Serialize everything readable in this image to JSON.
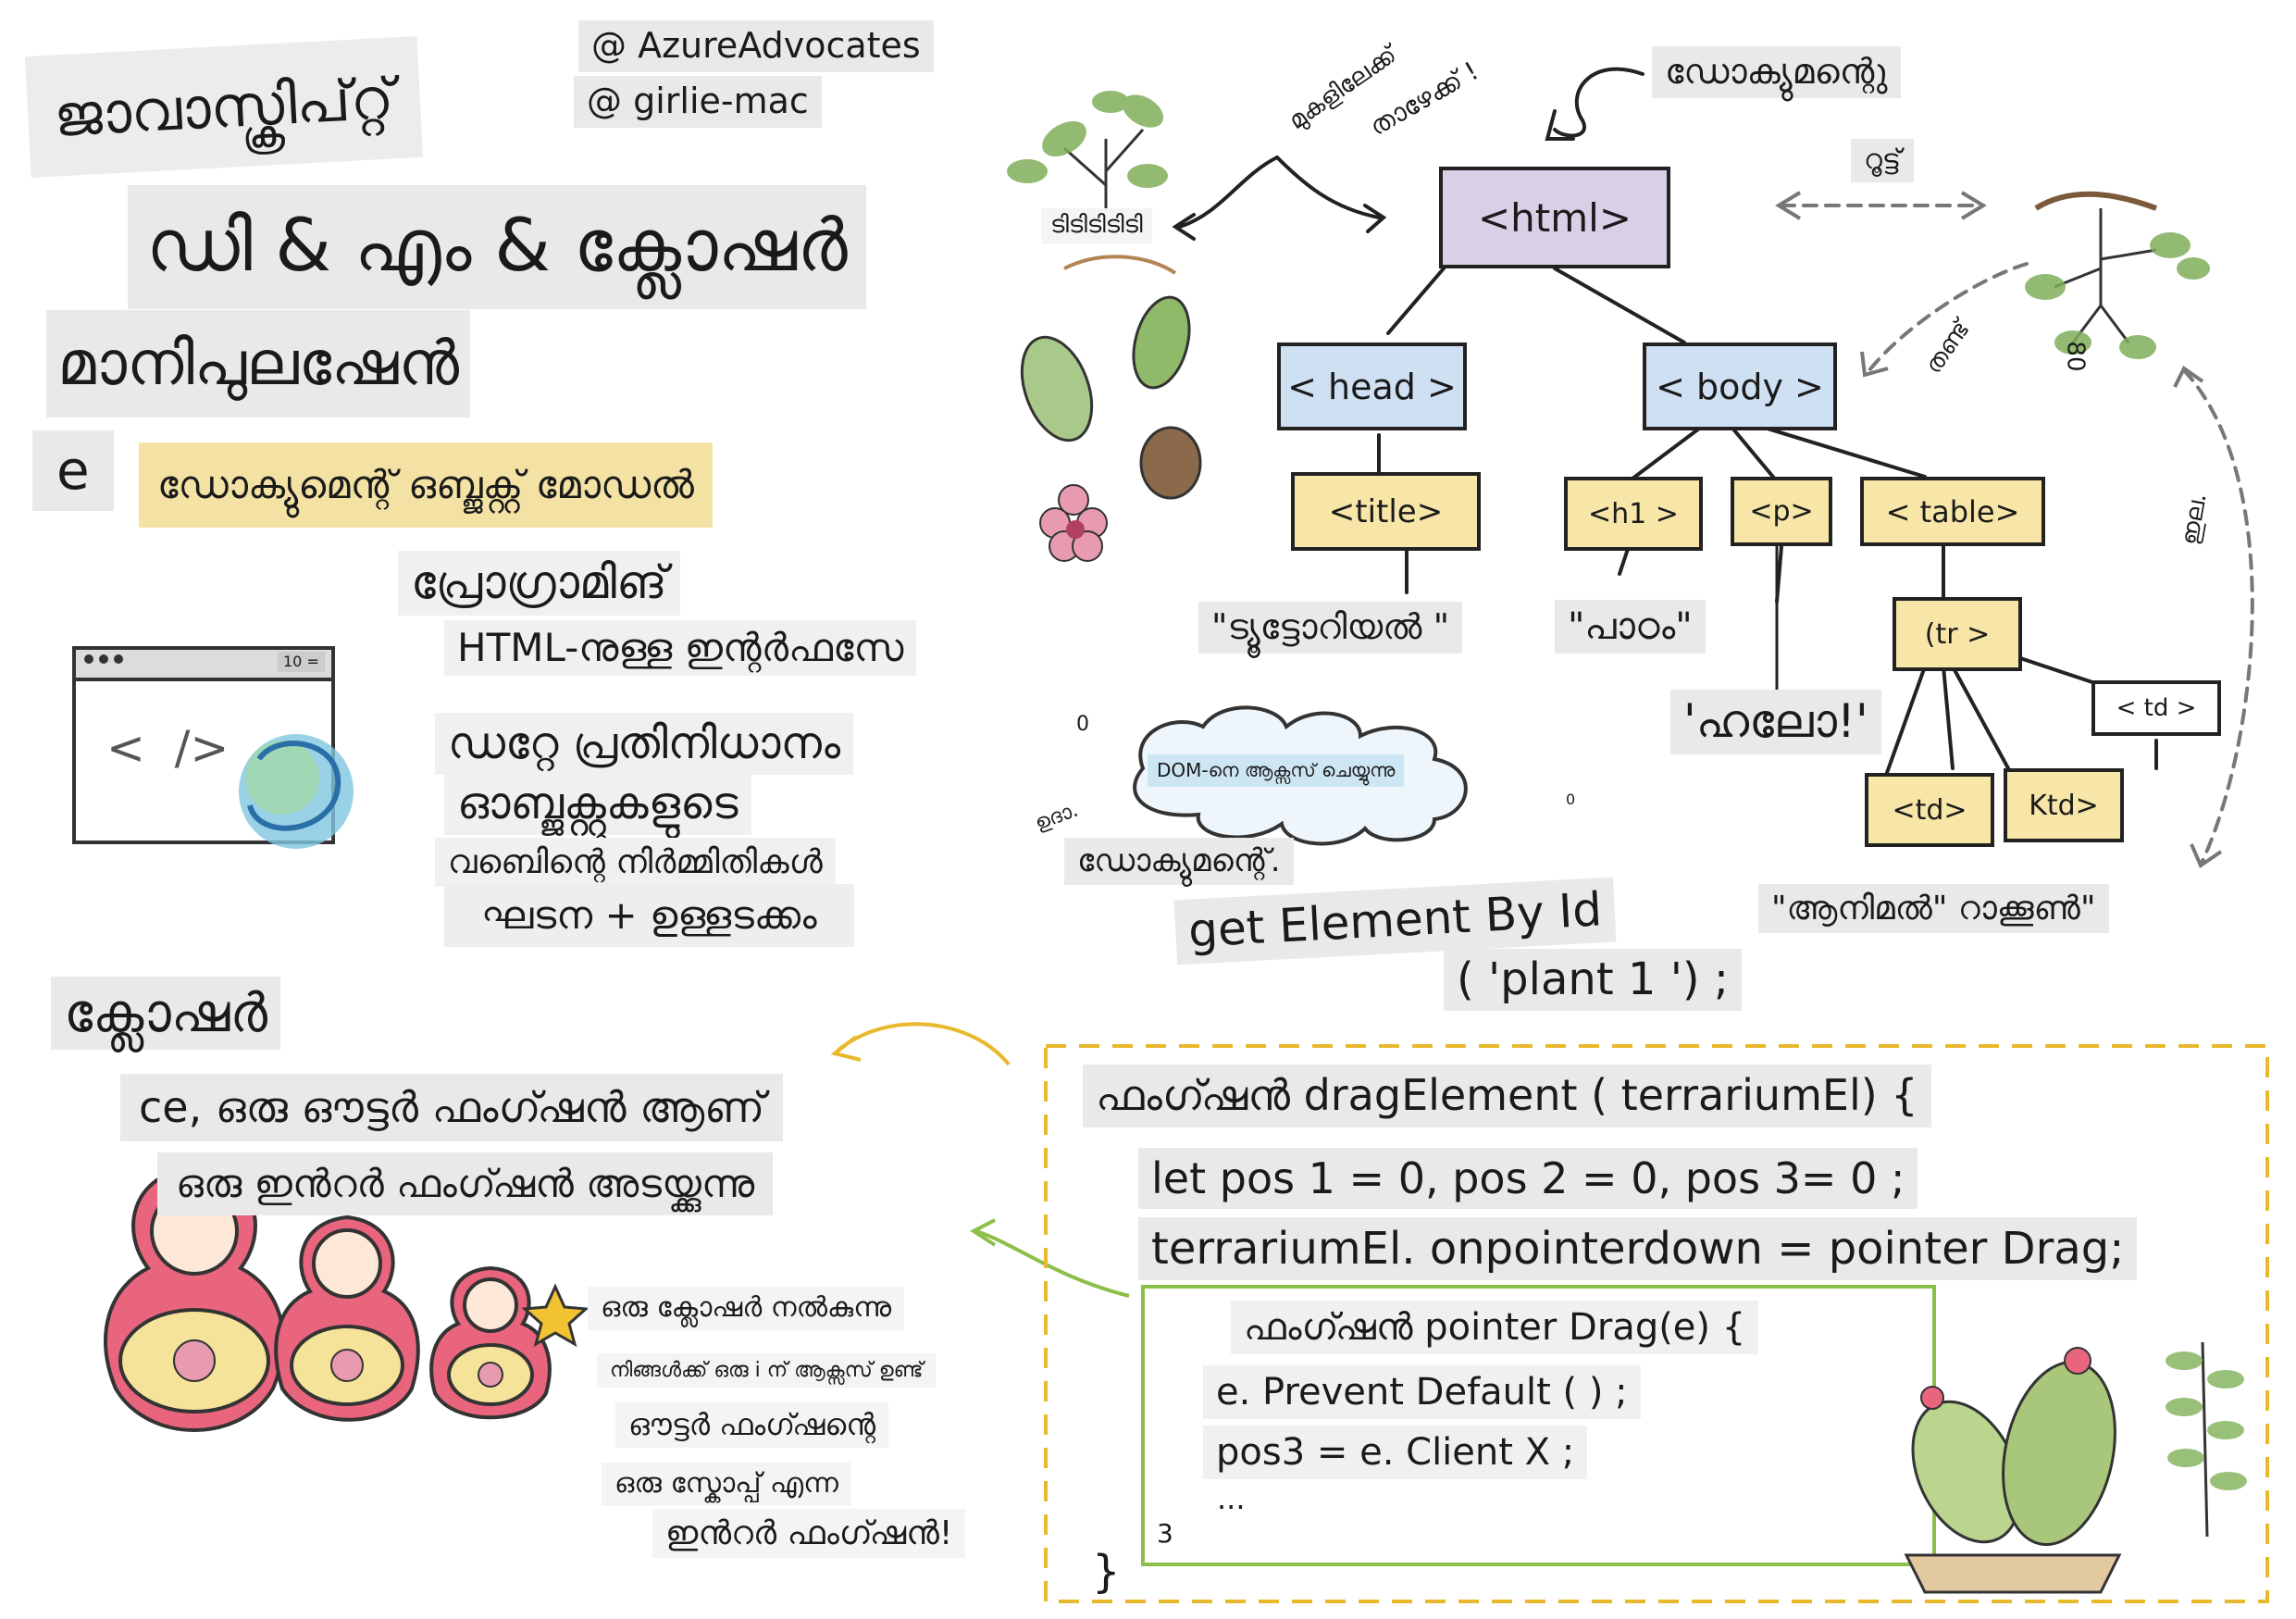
{
  "header": {
    "title_line1": "ജാവാസ്ക്രിപ്റ്റ്",
    "handle1": "@ AzureAdvocates",
    "handle2": "@ girlie-mac",
    "title_line2": "ഡി & എം & ക്ലോഷർ",
    "title_line3": "മാനിപുലഷേൻ",
    "bullet": "e",
    "subtitle": "ഡോക്യുമെന്റ് ഒബ്ജക്റ്റ് മോഡൽ"
  },
  "intro": {
    "programming": "പ്രോഗ്രാമിങ്",
    "interface": "HTML-നുള്ള ഇന്റർഫസേ",
    "data_repr": "ഡറ്റേ പ്രതിനിധാനം",
    "objects": "ഓബ്ജക്റ്റുകളുടെ",
    "web_structures": "വബെിന്റെ നിർമ്മിതികൾ",
    "structure_content": "ഘടന + ഉള്ളടക്കം",
    "browser_counter": "10 ="
  },
  "tree": {
    "document_label": "ഡോക്യുമന്റെു",
    "root_label": "റൂട്ട്",
    "up_label": "മുകളിലേക്ക്",
    "down_label": "താഴേക്ക് !",
    "plant_label": "ടിടിടിടിടി",
    "stem_label": "തണ്ട്",
    "leaf_label": "ഇല.",
    "eight_label": "80",
    "nodes": {
      "html": "<html>",
      "head": "< head >",
      "body": "< body >",
      "title": "<title>",
      "h1": "<h1 >",
      "p": "<p>",
      "table": "< table>",
      "tr": "(tr >",
      "td1": "< td >",
      "td2": "<td>",
      "td3": "Ktd>"
    },
    "text_tutorial": "\"ട്യൂട്ടോറിയൽ \"",
    "text_lesson": "\"പാഠം\"",
    "text_hello": "'ഹലോ!'",
    "text_animal": "\"ആനിമൽ\" റാക്കൂൺ\""
  },
  "access": {
    "cloud_label": "DOM-നെ ആക്സസ് ചെയ്യുന്നു",
    "zero1": "0",
    "zero2": "0",
    "example": "ഉദാ.",
    "document": "ഡോക്യുമന്റെ്.",
    "method": "get Element By Id",
    "argument": "( 'plant 1 ') ;"
  },
  "closure": {
    "heading": "ക്ലോഷർ",
    "line1": "ce, ഒരു ഔട്ടർ ഫംഗ്ഷൻ ആണ്",
    "line2": "ഒരു ഇൻറർ ഫംഗ്ഷൻ അടയ്ക്കുന്നു",
    "note1": "ഒരു ക്ലോഷർ നൽകുന്നു",
    "note2": "നിങ്ങൾക്ക് ഒരു i ന് ആക്സസ് ഉണ്ട്",
    "note3": "ഔട്ടർ ഫംഗ്ഷന്റെ",
    "note4": "ഒരു സ്കോപ്പ് എന്ന",
    "note5": "ഇൻറർ ഫംഗ്ഷൻ!"
  },
  "code": {
    "line1": "ഫംഗ്ഷൻ dragElement ( terrariumEl) {",
    "line2": "let pos 1 = 0, pos 2 = 0, pos 3= 0 ;",
    "line3": "terrariumEl. onpointerdown = pointer Drag;",
    "inner1": "ഫംഗ്ഷൻ pointer Drag(e) {",
    "inner2": "e. Prevent Default ( ) ;",
    "inner3": "pos3 = e. Client X ;",
    "inner_ellipsis": "...",
    "inner_close": "3",
    "outer_close": "}"
  },
  "colors": {
    "chip": "#e9e9e9",
    "highlight": "#f3e2a4",
    "html_node": "#d9cfe6",
    "blue_node": "#cfe0f2",
    "yellow_node": "#f7e6a8",
    "dash_box": "#e8b92c",
    "inner_box": "#8cbf4a",
    "arrow_gray": "#777777"
  }
}
